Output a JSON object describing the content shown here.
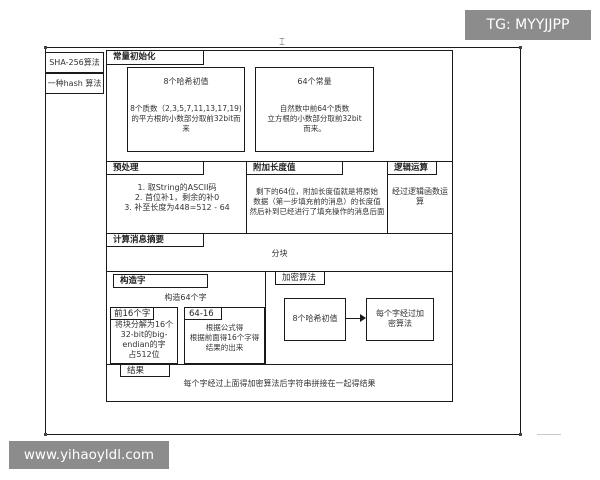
{
  "watermarks": {
    "top_right": "TG: MYYJJPP",
    "bottom_left": "www.yihaoyldl.com"
  },
  "sidebar": {
    "title": "SHA-256算法",
    "subtitle": "一种hash 算法"
  },
  "constants_init": {
    "header": "常量初始化",
    "hash_init": {
      "title": "8个哈希初值",
      "line1": "8个质数（2,3,5,7,11,13,17,19)",
      "line2": "的平方根的小数部分取前32bit而",
      "line3": "来"
    },
    "k_constants": {
      "title": "64个常量",
      "line1": "自然数中前64个质数",
      "line2": "立方根的小数部分取前32bit",
      "line3": "而来。"
    }
  },
  "preprocess": {
    "header": "预处理",
    "line1": "1. 取String的ASCII码",
    "line2": "2. 首位补1，剩余的补0",
    "line3": "3. 补至长度为448=512 - 64"
  },
  "append_length": {
    "header": "附加长度值",
    "line1": "剩下的64位，附加长度值就是将原始",
    "line2": "数据（第一步填充前的消息）的长度值",
    "line3": "然后补到已经进行了填充操作的消息后面"
  },
  "logic_ops": {
    "header": "逻辑运算",
    "line1": "经过逻辑函数运",
    "line2": "算"
  },
  "digest": {
    "header": "计算消息摘要",
    "text": "分块"
  },
  "construct_words": {
    "header": "构造字",
    "text": "构造64个字",
    "first16": {
      "header": "前16个字",
      "line1": "将块分解为16个",
      "line2": "32-bit的big-",
      "line3": "endian的字",
      "line4": "占512位"
    },
    "w64_16": {
      "header": "64-16",
      "line1": "根据公式得",
      "line2": "根据前面得16个字得",
      "line3": "结果的出来"
    }
  },
  "encrypt": {
    "header": "加密算法",
    "left_box": "8个哈希初值",
    "right_line1": "每个字经过加",
    "right_line2": "密算法"
  },
  "result": {
    "header": "结果",
    "text": "每个字经过上面得加密算法后字符串拼接在一起得结果"
  }
}
